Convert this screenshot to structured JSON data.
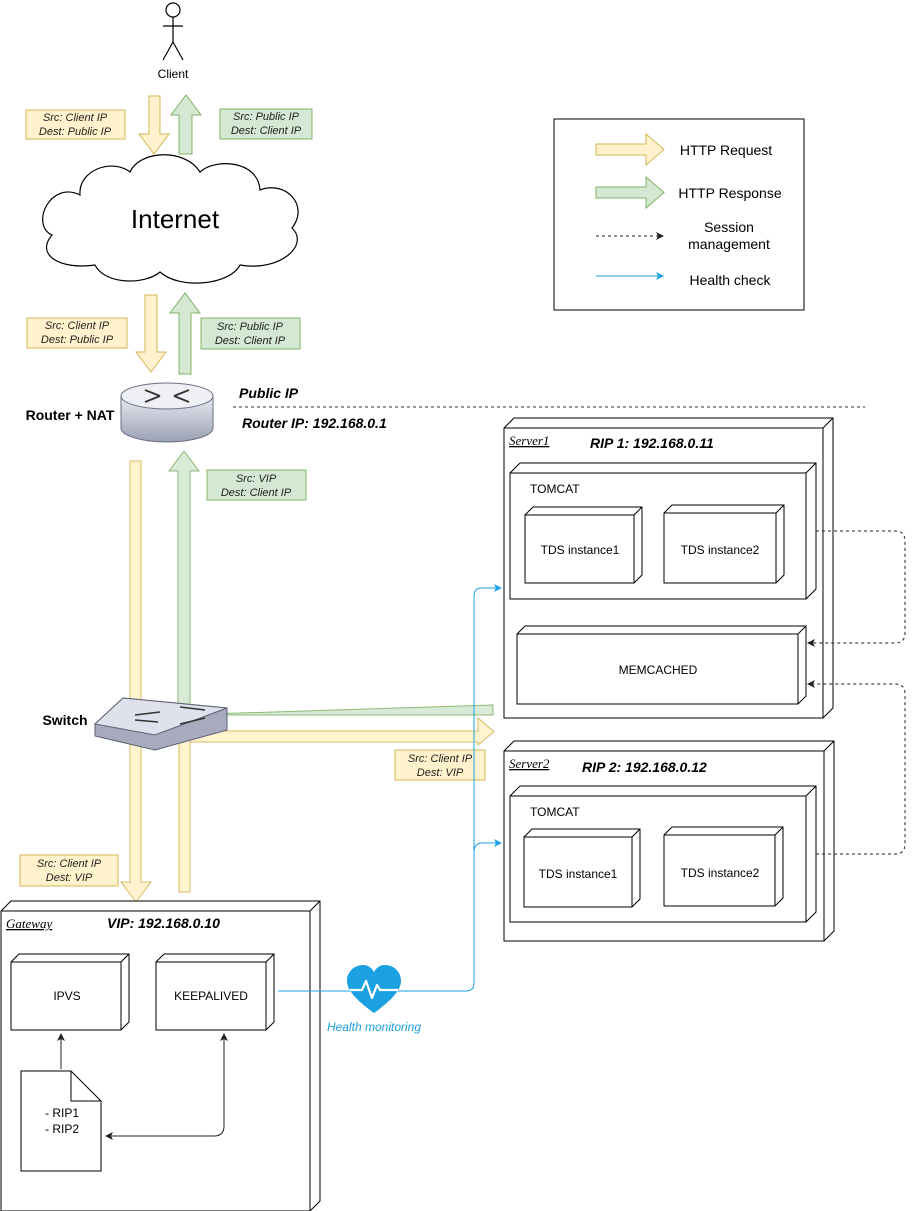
{
  "client": {
    "label": "Client"
  },
  "internet": {
    "label": "Internet"
  },
  "router": {
    "label": "Router + NAT",
    "public_ip": "Public IP",
    "router_ip": "Router IP: 192.168.0.1"
  },
  "switch": {
    "label": "Switch"
  },
  "notes": {
    "top_request": [
      "Src: Client IP",
      "Dest: Public IP"
    ],
    "top_response": [
      "Src: Public IP",
      "Dest: Client IP"
    ],
    "mid_request": [
      "Src: Client IP",
      "Dest: Public IP"
    ],
    "mid_response": [
      "Src: Public IP",
      "Dest: Client IP"
    ],
    "router_response": [
      "Src: VIP",
      "Dest: Client IP"
    ],
    "switch_request": [
      "Src: Client IP",
      "Dest: VIP"
    ],
    "gateway_request": [
      "Src: Client IP",
      "Dest: VIP"
    ]
  },
  "legend": {
    "http_request": "HTTP Request",
    "http_response": "HTTP Response",
    "session_management": [
      "Session",
      "management"
    ],
    "health_check": "Health check"
  },
  "server1": {
    "label": "Server1",
    "rip": "RIP 1: 192.168.0.11",
    "tomcat": "TOMCAT",
    "instance1": "TDS instance1",
    "instance2": "TDS instance2",
    "memcached": "MEMCACHED"
  },
  "server2": {
    "label": "Server2",
    "rip": "RIP 2: 192.168.0.12",
    "tomcat": "TOMCAT",
    "instance1": "TDS instance1",
    "instance2": "TDS instance2"
  },
  "gateway": {
    "label": "Gateway",
    "vip": "VIP: 192.168.0.10",
    "ipvs": "IPVS",
    "keepalived": "KEEPALIVED",
    "rip_list": [
      "- RIP1",
      "- RIP2"
    ]
  },
  "health": {
    "label": "Health monitoring"
  },
  "colors": {
    "request_fill": "#fff2cc",
    "request_stroke": "#d6b656",
    "response_fill": "#d5e8d4",
    "response_stroke": "#82b366",
    "health": "#1ba1e2"
  }
}
